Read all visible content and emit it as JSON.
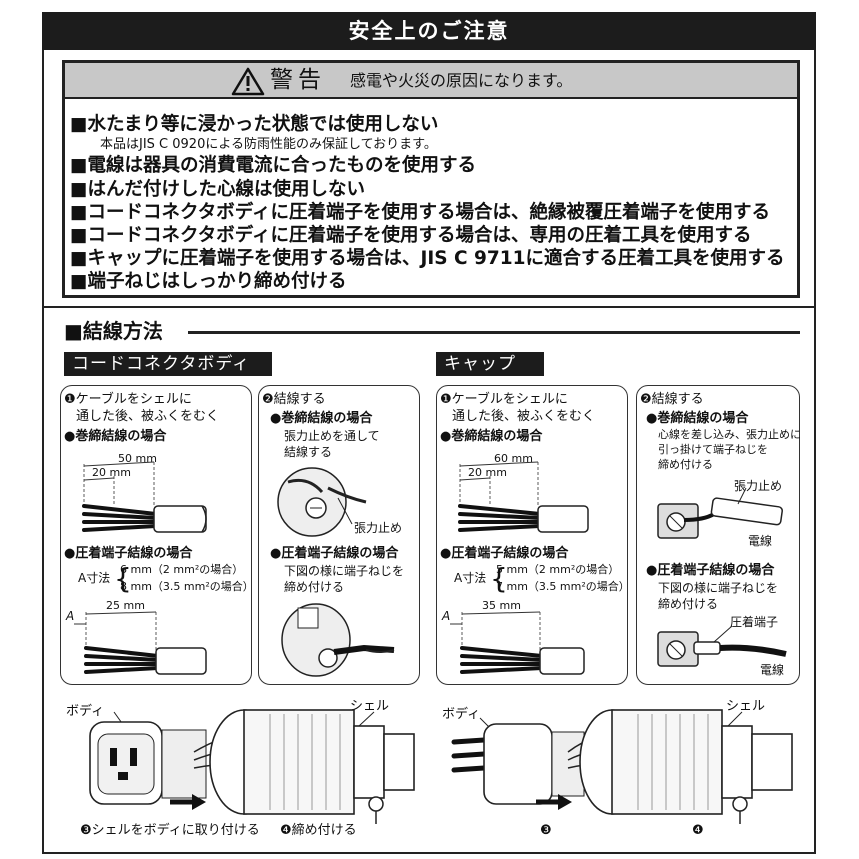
{
  "header": {
    "title": "安全上のご注意"
  },
  "warning": {
    "word": "警告",
    "desc": "感電や火災の原因になります。",
    "rules": [
      "■水たまり等に浸かった状態では使用しない",
      "■電線は器具の消費電流に合ったものを使用する",
      "■はんだ付けした心線は使用しない",
      "■コードコネクタボディに圧着端子を使用する場合は、絶縁被覆圧着端子を使用する",
      "■コードコネクタボディに圧着端子を使用する場合は、専用の圧着工具を使用する",
      "■キャップに圧着端子を使用する場合は、JIS C 9711に適合する圧着工具を使用する",
      "■端子ねじはしっかり締め付ける"
    ],
    "note": "本品はJIS C 0920による防雨性能のみ保証しております。"
  },
  "section": {
    "title": "■結線方法"
  },
  "body_side": {
    "tab": "コードコネクタボディ",
    "step1_title": "❶ケーブルをシェルに",
    "step1_title2": "通した後、被ふくをむく",
    "winding_label": "●巻締結線の場合",
    "dim_outer": "50 mm",
    "dim_inner": "20 mm",
    "crimp_label": "●圧着端子結線の場合",
    "a_label": "A寸法",
    "a_opt1": "6 mm（2 mm²の場合）",
    "a_opt2": "8 mm（3.5 mm²の場合）",
    "a_mark": "A",
    "dim_crimp": "25 mm",
    "step2_title": "❷結線する",
    "step2_winding": "●巻締結線の場合",
    "step2_winding_d1": "張力止めを通して",
    "step2_winding_d2": "結線する",
    "strain_relief": "張力止め",
    "step2_crimp": "●圧着端子結線の場合",
    "step2_crimp_d1": "下図の様に端子ねじを",
    "step2_crimp_d2": "締め付ける",
    "label_body": "ボディ",
    "label_shell": "シェル",
    "step3": "❸シェルをボディに取り付ける",
    "step4": "❹締め付ける"
  },
  "cap_side": {
    "tab": "キャップ",
    "step1_title": "❶ケーブルをシェルに",
    "step1_title2": "通した後、被ふくをむく",
    "winding_label": "●巻締結線の場合",
    "dim_outer": "60 mm",
    "dim_inner": "20 mm",
    "crimp_label": "●圧着端子結線の場合",
    "a_label": "A寸法",
    "a_opt1": "5 mm（2 mm²の場合）",
    "a_opt2": "7 mm（3.5 mm²の場合）",
    "a_mark": "A",
    "dim_crimp": "35 mm",
    "step2_title": "❷結線する",
    "step2_winding": "●巻締結線の場合",
    "step2_winding_d1": "心線を差し込み、張力止めに",
    "step2_winding_d2": "引っ掛けて端子ねじを",
    "step2_winding_d3": "締め付ける",
    "strain_relief": "張力止め",
    "wire": "電線",
    "step2_crimp": "●圧着端子結線の場合",
    "step2_crimp_d1": "下図の様に端子ねじを",
    "step2_crimp_d2": "締め付ける",
    "crimp_terminal": "圧着端子",
    "wire2": "電線",
    "label_body": "ボディ",
    "label_shell": "シェル",
    "step3": "❸",
    "step4": "❹"
  }
}
